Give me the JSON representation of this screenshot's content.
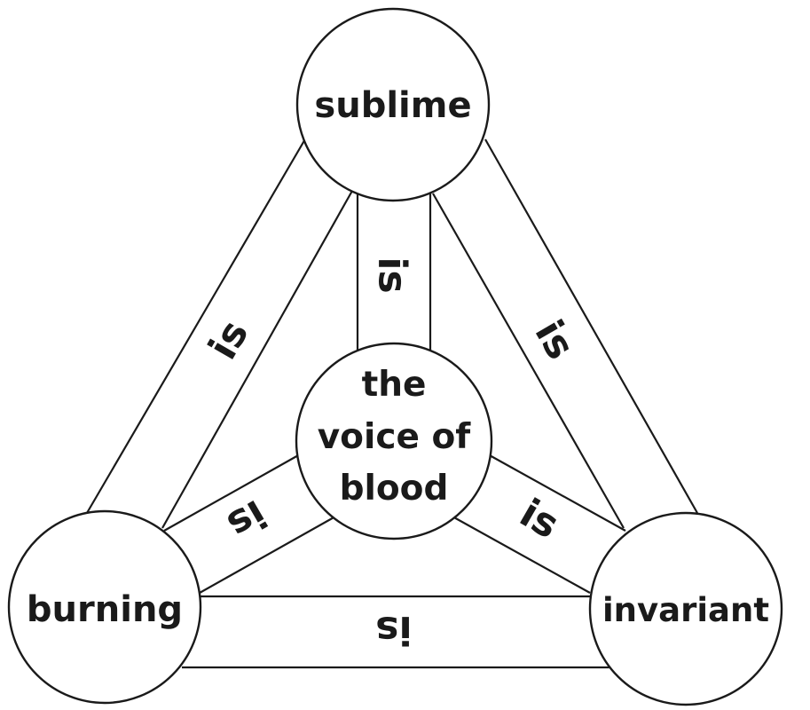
{
  "nodes": {
    "top": {
      "label": "sublime"
    },
    "center": {
      "lines": [
        "the",
        "voice of",
        "blood"
      ]
    },
    "left": {
      "label": "burning"
    },
    "right": {
      "label": "invariant"
    }
  },
  "edges": {
    "top_center": "is",
    "top_left": "is",
    "top_right": "is",
    "center_left": "is",
    "center_right": "is",
    "left_right": "is"
  },
  "colors": {
    "stroke": "#1a1a1a",
    "background": "#ffffff"
  }
}
